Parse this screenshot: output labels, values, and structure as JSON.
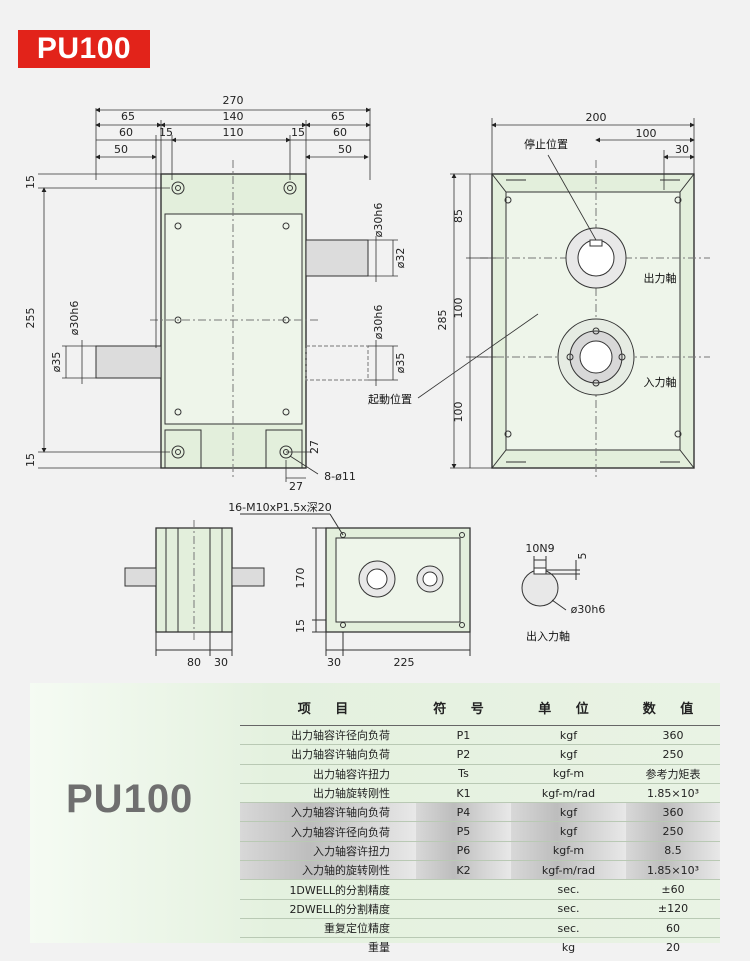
{
  "model": "PU100",
  "drawing": {
    "front": {
      "dims_top": [
        "270",
        "65",
        "140",
        "65",
        "60",
        "15",
        "110",
        "15",
        "60",
        "50",
        "50"
      ],
      "dims_left": [
        "15",
        "255",
        "15"
      ],
      "shaft_dims": [
        "ø30h6",
        "ø35",
        "ø30h6",
        "ø32",
        "ø30h6",
        "ø35"
      ],
      "foot_dims": [
        "27",
        "27"
      ],
      "holes": "8-ø11"
    },
    "side": {
      "dims_top": [
        "200",
        "100",
        "30"
      ],
      "dims_left": [
        "85",
        "285",
        "100",
        "100"
      ],
      "labels": {
        "stop": "停止位置",
        "start": "起動位置",
        "output": "出力軸",
        "input": "入力軸"
      }
    },
    "bottom": {
      "tap": "16-M10xP1.5x深20",
      "dims_small": [
        "80",
        "30"
      ],
      "dims_mid": [
        "170",
        "15",
        "30",
        "225"
      ],
      "key": [
        "10N9",
        "5",
        "ø30h6"
      ],
      "key_label": "出入力軸"
    }
  },
  "table": {
    "headers": [
      "项   目",
      "符 号",
      "单 位",
      "数 值"
    ],
    "rows": [
      {
        "item": "出力轴容许径向负荷",
        "sym": "P1",
        "unit": "kgf",
        "value": "360",
        "group": "output"
      },
      {
        "item": "出力轴容许轴向负荷",
        "sym": "P2",
        "unit": "kgf",
        "value": "250",
        "group": "output"
      },
      {
        "item": "出力轴容许扭力",
        "sym": "Ts",
        "unit": "kgf-m",
        "value": "参考力矩表",
        "group": "output"
      },
      {
        "item": "出力轴旋转刚性",
        "sym": "K1",
        "unit": "kgf-m/rad",
        "value": "1.85×10³",
        "group": "output"
      },
      {
        "item": "入力轴容许轴向负荷",
        "sym": "P4",
        "unit": "kgf",
        "value": "360",
        "group": "input"
      },
      {
        "item": "入力轴容许径向负荷",
        "sym": "P5",
        "unit": "kgf",
        "value": "250",
        "group": "input"
      },
      {
        "item": "入力轴容许扭力",
        "sym": "P6",
        "unit": "kgf-m",
        "value": "8.5",
        "group": "input"
      },
      {
        "item": "入力轴的旋转刚性",
        "sym": "K2",
        "unit": "kgf-m/rad",
        "value": "1.85×10³",
        "group": "input"
      },
      {
        "item": "1DWELL的分割精度",
        "sym": "",
        "unit": "sec.",
        "value": "±60",
        "group": "other"
      },
      {
        "item": "2DWELL的分割精度",
        "sym": "",
        "unit": "sec.",
        "value": "±120",
        "group": "other"
      },
      {
        "item": "重复定位精度",
        "sym": "",
        "unit": "sec.",
        "value": "60",
        "group": "other"
      },
      {
        "item": "重量",
        "sym": "",
        "unit": "kg",
        "value": "20",
        "group": "other"
      }
    ]
  },
  "colors": {
    "badge": "#e2231a",
    "body": "#e3efdc",
    "outline": "#333333"
  }
}
